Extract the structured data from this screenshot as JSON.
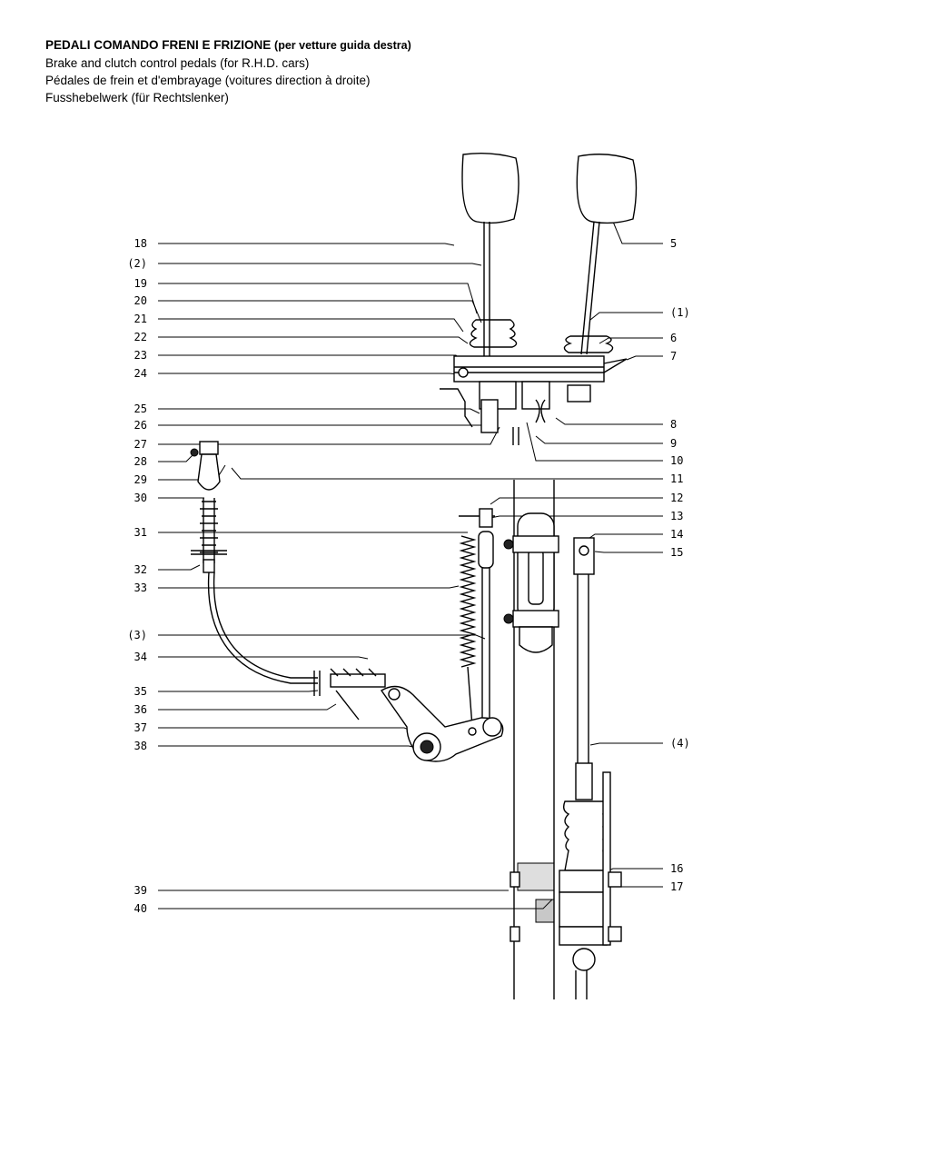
{
  "titles": {
    "it_main": "PEDALI COMANDO FRENI E FRIZIONE",
    "it_sub": "(per vetture guida destra)",
    "en": "Brake and clutch control pedals (for R.H.D. cars)",
    "fr": "Pédales de frein et d'embrayage (voitures direction à droite)",
    "de": "Fusshebelwerk (für Rechtslenker)"
  },
  "callouts_left": [
    "18",
    "(2)",
    "19",
    "20",
    "21",
    "22",
    "23",
    "24",
    "25",
    "26",
    "27",
    "28",
    "29",
    "30",
    "31",
    "32",
    "33",
    "(3)",
    "34",
    "35",
    "36",
    "37",
    "38",
    "39",
    "40"
  ],
  "callouts_right": [
    "5",
    "(1)",
    "6",
    "7",
    "8",
    "9",
    "10",
    "11",
    "12",
    "13",
    "14",
    "15",
    "(4)",
    "16",
    "17"
  ]
}
